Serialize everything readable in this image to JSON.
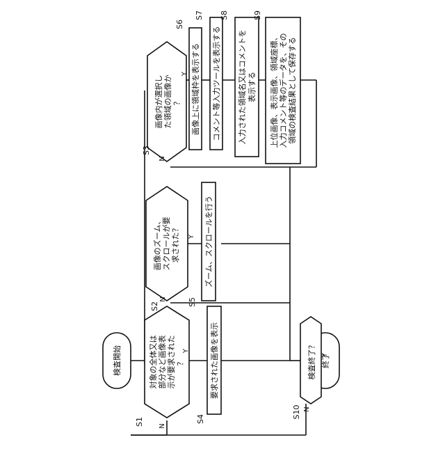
{
  "flowchart": {
    "start": "検査開始",
    "end": "終了",
    "labels": {
      "yes": "Y",
      "no": "N"
    },
    "steps": {
      "s1": {
        "id": "S1",
        "lines": [
          "対象の全体又は",
          "部分など画像表",
          "示が要求された",
          "？"
        ]
      },
      "s2": {
        "id": "S2",
        "lines": [
          "画像のズーム、",
          "スクロールが要",
          "求された？"
        ]
      },
      "s3": {
        "id": "S3",
        "lines": [
          "画像内が選択し",
          "た領域の画像か",
          "？"
        ]
      },
      "s4": {
        "id": "S4",
        "lines": [
          "要求された画像を表示"
        ]
      },
      "s5": {
        "id": "S5",
        "lines": [
          "ズーム、スクロールを行う"
        ]
      },
      "s6": {
        "id": "S6",
        "lines": [
          "画像上に領域枠を表示する"
        ]
      },
      "s7": {
        "id": "S7",
        "lines": [
          "コメント等入力ツールを表示する"
        ]
      },
      "s8": {
        "id": "S8",
        "lines": [
          "入力された領域名又はコメントを",
          "表示する"
        ]
      },
      "s9": {
        "id": "S9",
        "lines": [
          "上位画像、表示画像、領域座標、",
          "入力コメント等のデータを、その",
          "領域の検査結果として保存する"
        ]
      },
      "s10": {
        "id": "S10",
        "lines": [
          "検査終了？"
        ]
      }
    }
  }
}
